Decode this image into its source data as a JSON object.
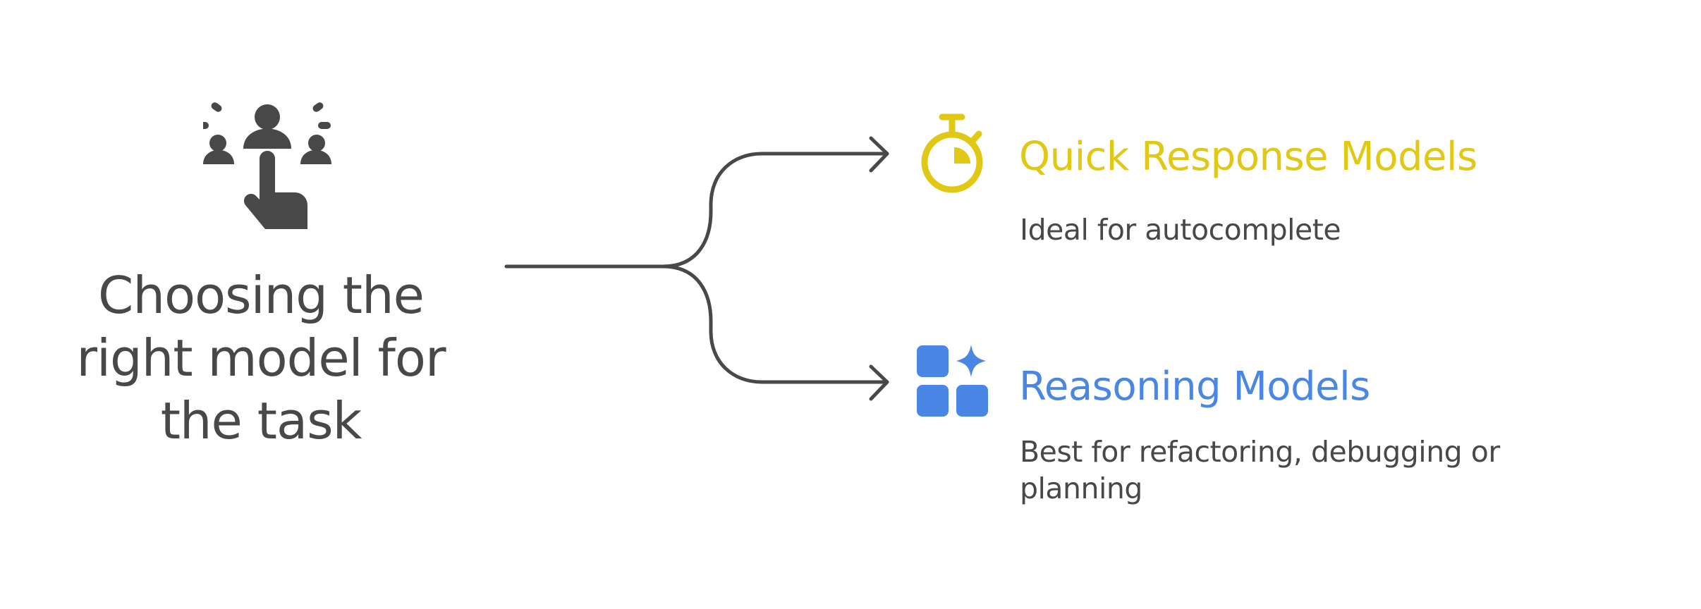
{
  "title": {
    "lines": [
      "Choosing the",
      "right model for",
      "the task"
    ],
    "icon": "people-pointer-icon"
  },
  "colors": {
    "text": "#484848",
    "connector": "#484848",
    "quick_accent": "#E0C815",
    "reasoning_accent": "#4A86E4",
    "background": "#FFFFFF"
  },
  "branches": [
    {
      "heading": "Quick Response Models",
      "description": "Ideal for autocomplete",
      "icon": "stopwatch-icon"
    },
    {
      "heading": "Reasoning Models",
      "description": "Best for refactoring, debugging or planning",
      "icon": "grid-sparkle-icon"
    }
  ]
}
